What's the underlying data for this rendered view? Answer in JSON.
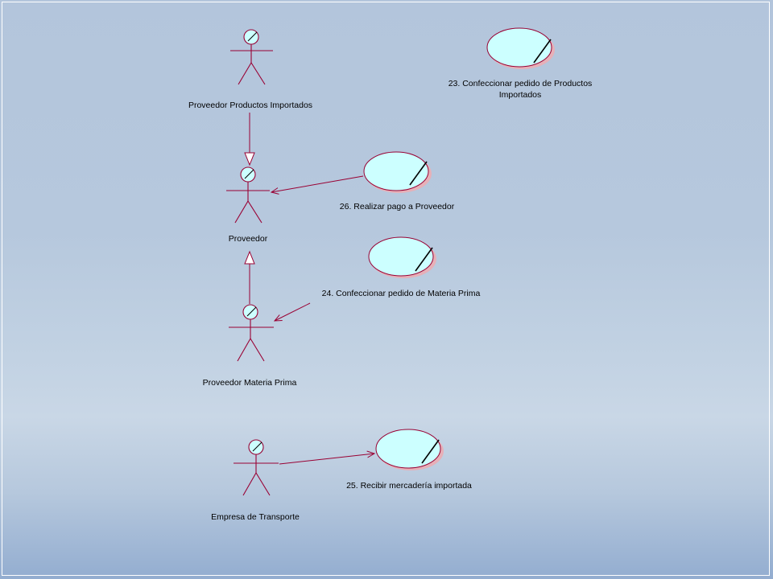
{
  "actors": {
    "importados": {
      "name": "Proveedor Productos Importados"
    },
    "proveedor": {
      "name": "Proveedor"
    },
    "materia_prima": {
      "name": "Proveedor Materia Prima"
    },
    "transporte": {
      "name": "Empresa de Transporte"
    }
  },
  "use_cases": {
    "uc23": {
      "line1": "23. Confeccionar pedido de Productos",
      "line2": "Importados"
    },
    "uc26": {
      "name": "26. Realizar pago a Proveedor"
    },
    "uc24": {
      "name": "24. Confeccionar pedido de Materia Prima"
    },
    "uc25": {
      "name": "25. Recibir mercadería importada"
    }
  },
  "colors": {
    "line": "#990033",
    "use_case_fill": "#ccffff",
    "background": "#b6c8dd"
  }
}
